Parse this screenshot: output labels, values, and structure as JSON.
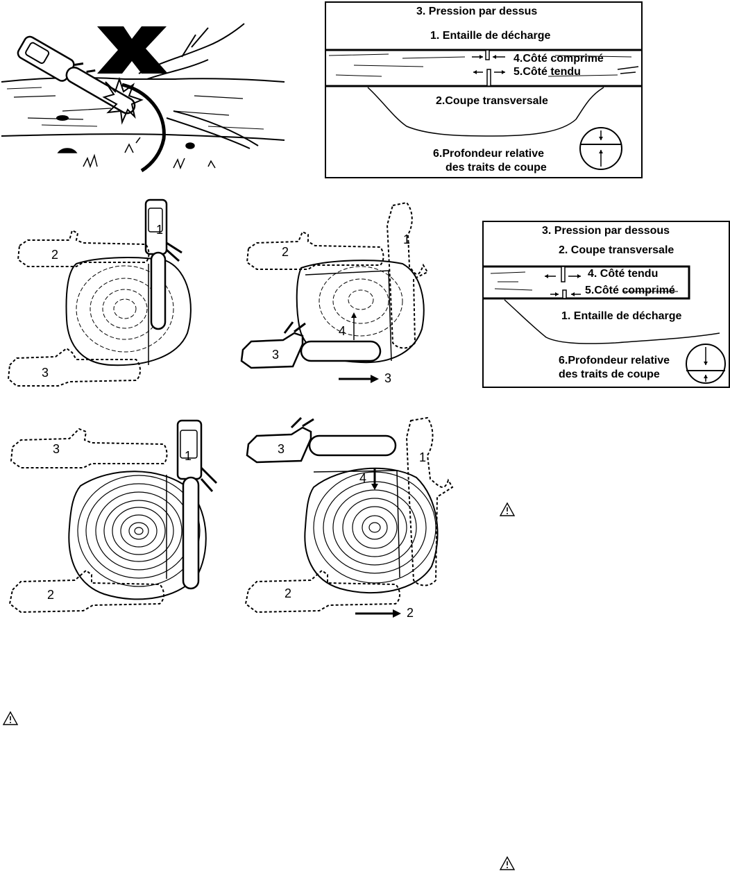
{
  "diagram_top": {
    "labels": {
      "title": "3. Pression par dessus",
      "relief": "1. Entaille de décharge",
      "compressed": "4.Côté comprimé",
      "tension": "5.Côté tendu",
      "crosscut": "2.Coupe transversale",
      "depth_line1": "6.Profondeur relative",
      "depth_line2": "des traits de coupe"
    }
  },
  "diagram_right": {
    "labels": {
      "title": "3. Pression par dessous",
      "crosscut": "2. Coupe transversale",
      "tension": "4. Côté tendu",
      "compressed": "5.Côté comprimé",
      "relief": "1. Entaille de décharge",
      "depth_line1": "6.Profondeur relative",
      "depth_line2": "des traits de coupe"
    }
  },
  "log_cut_a": {
    "saw_labels": [
      "1",
      "2",
      "3"
    ]
  },
  "log_cut_b": {
    "saw_labels": [
      "1",
      "2",
      "3"
    ],
    "arrow_label": "4",
    "move_label": "3"
  },
  "log_cut_c": {
    "saw_labels": [
      "1",
      "2",
      "3"
    ]
  },
  "log_cut_d": {
    "saw_labels": [
      "1",
      "2",
      "3"
    ],
    "arrow_label": "4",
    "move_label": "2"
  },
  "warnings": [
    "warning-icon",
    "warning-icon",
    "warning-icon"
  ]
}
